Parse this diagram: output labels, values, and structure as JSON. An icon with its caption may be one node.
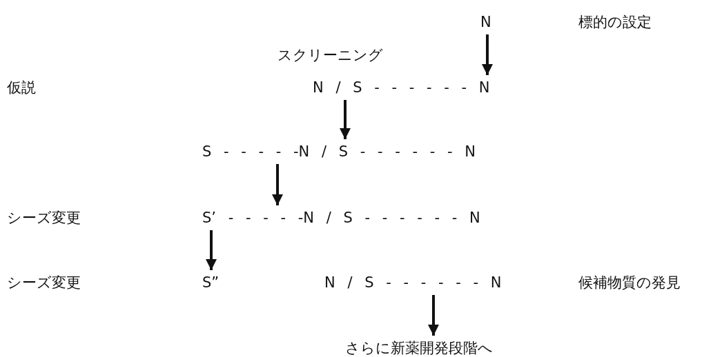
{
  "diagram": {
    "nodes": [
      {
        "text": [
          "N"
        ]
      },
      {
        "text": [
          "N / S - - - - - - N"
        ]
      },
      {
        "text": [
          "S - - - - -N / S - - - - - - N"
        ]
      },
      {
        "text": [
          "S’ - - - - -N / S - - - - - - N"
        ]
      },
      {
        "text": [
          "S”"
        ]
      },
      {
        "text": [
          "N / S - - - - - - N"
        ]
      },
      {
        "text": [
          "さらに新薬開発段階へ"
        ]
      }
    ],
    "edges": [
      {
        "from": 0,
        "to": 1,
        "arrow": "to"
      },
      {
        "from": 1,
        "to": 2,
        "arrow": "to"
      },
      {
        "from": 2,
        "to": 3,
        "arrow": "to"
      },
      {
        "from": 3,
        "to": 4,
        "arrow": "to"
      },
      {
        "from": 5,
        "to": 6,
        "arrow": "to"
      }
    ],
    "labels": [
      "標的の設定",
      "スクリーニング",
      "仮説",
      "シーズ変更",
      "シーズ変更",
      "候補物質の発見"
    ]
  }
}
